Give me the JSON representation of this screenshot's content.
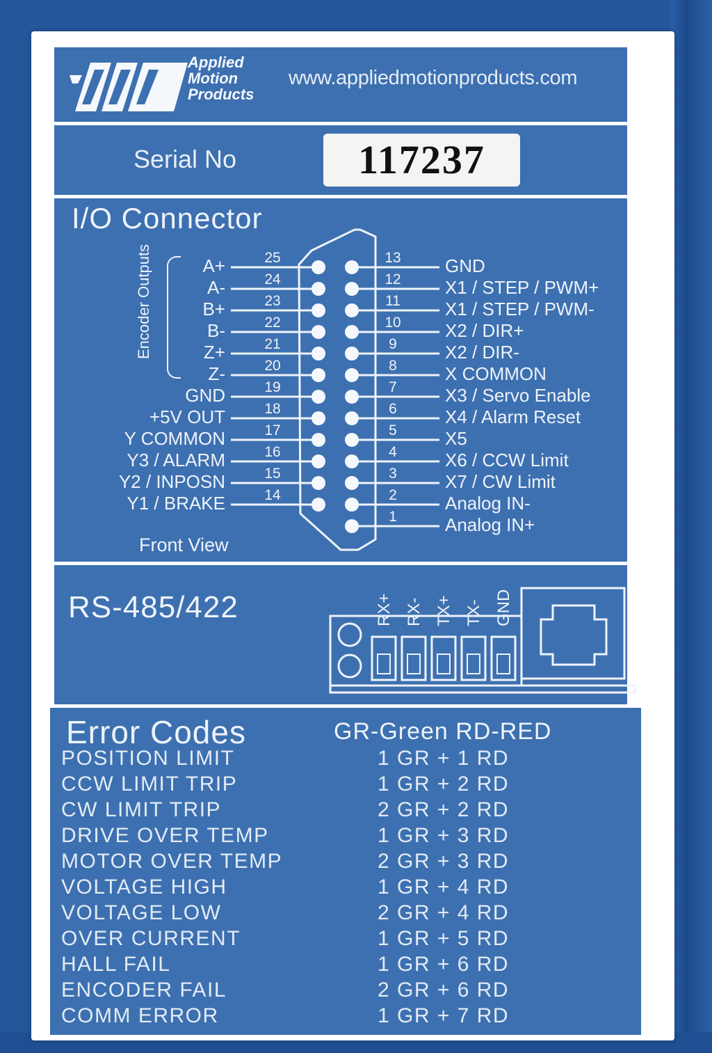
{
  "header": {
    "brand_lines": [
      "Applied",
      "Motion",
      "Products"
    ],
    "url": "www.appliedmotionproducts.com"
  },
  "serial": {
    "label": "Serial No",
    "value": "117237"
  },
  "io": {
    "title": "I/O Connector",
    "encoder_label": "Encoder Outputs",
    "front_view": "Front View",
    "left_pins": [
      {
        "num": "25",
        "label": "A+"
      },
      {
        "num": "24",
        "label": "A-"
      },
      {
        "num": "23",
        "label": "B+"
      },
      {
        "num": "22",
        "label": "B-"
      },
      {
        "num": "21",
        "label": "Z+"
      },
      {
        "num": "20",
        "label": "Z-"
      },
      {
        "num": "19",
        "label": "GND"
      },
      {
        "num": "18",
        "label": "+5V OUT"
      },
      {
        "num": "17",
        "label": "Y COMMON"
      },
      {
        "num": "16",
        "label": "Y3 / ALARM"
      },
      {
        "num": "15",
        "label": "Y2 / INPOSN"
      },
      {
        "num": "14",
        "label": "Y1 / BRAKE"
      }
    ],
    "right_pins": [
      {
        "num": "13",
        "label": "GND"
      },
      {
        "num": "12",
        "label": "X1 / STEP / PWM+"
      },
      {
        "num": "11",
        "label": "X1 / STEP / PWM-"
      },
      {
        "num": "10",
        "label": "X2 / DIR+"
      },
      {
        "num": "9",
        "label": "X2 / DIR-"
      },
      {
        "num": "8",
        "label": "X COMMON"
      },
      {
        "num": "7",
        "label": "X3 / Servo Enable"
      },
      {
        "num": "6",
        "label": "X4 / Alarm Reset"
      },
      {
        "num": "5",
        "label": "X5"
      },
      {
        "num": "4",
        "label": "X6 / CCW Limit"
      },
      {
        "num": "3",
        "label": "X7 / CW Limit"
      },
      {
        "num": "2",
        "label": "Analog IN-"
      },
      {
        "num": "1",
        "label": "Analog IN+"
      }
    ]
  },
  "rs485": {
    "title": "RS-485/422",
    "terminals": [
      "RX+",
      "RX-",
      "TX+",
      "TX-",
      "GND"
    ]
  },
  "errors": {
    "title": "Error Codes",
    "legend": "GR-Green RD-RED",
    "rows": [
      {
        "name": "POSITION LIMIT",
        "code": "1 GR + 1 RD"
      },
      {
        "name": "CCW LIMIT TRIP",
        "code": "1 GR + 2 RD"
      },
      {
        "name": "CW LIMIT TRIP",
        "code": "2 GR + 2 RD"
      },
      {
        "name": "DRIVE OVER TEMP",
        "code": "1 GR + 3 RD"
      },
      {
        "name": "MOTOR OVER TEMP",
        "code": "2 GR + 3 RD"
      },
      {
        "name": "VOLTAGE HIGH",
        "code": "1 GR + 4 RD"
      },
      {
        "name": "VOLTAGE LOW",
        "code": "2 GR + 4 RD"
      },
      {
        "name": "OVER CURRENT",
        "code": "1 GR + 5 RD"
      },
      {
        "name": "HALL FAIL",
        "code": "1 GR + 6 RD"
      },
      {
        "name": "ENCODER FAIL",
        "code": "2 GR + 6 RD"
      },
      {
        "name": "COMM ERROR",
        "code": "1 GR + 7 RD"
      }
    ]
  },
  "colors": {
    "panel": "#3d70b0",
    "housing": "#24569a",
    "border": "#ffffff"
  }
}
